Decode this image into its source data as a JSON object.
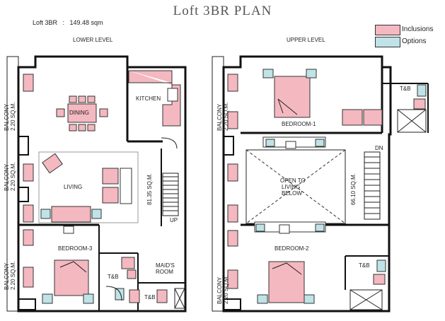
{
  "title": "Loft 3BR PLAN",
  "subtitle": "Loft 3BR   :   149.48 sqm",
  "legend": {
    "inclusions_label": "Inclusions",
    "options_label": "Options",
    "inclusions_color": "#f4b8c0",
    "options_color": "#bfe3e6"
  },
  "lower": {
    "heading": "LOWER LEVEL",
    "rooms": {
      "dining": "DINING",
      "kitchen": "KITCHEN",
      "living": "LIVING",
      "bedroom": "BEDROOM-3",
      "maids_line1": "MAID'S",
      "maids_line2": "ROOM",
      "tb1": "T&B",
      "tb2": "T&B",
      "up": "UP"
    },
    "balconies": [
      {
        "label": "BALCONY",
        "size": "2.20 SQ.M."
      },
      {
        "label": "BALCONY",
        "size": "2.20 SQ.M."
      },
      {
        "label": "BALCONY",
        "size": "2.20 SQ.M."
      }
    ],
    "area": "81.35 SQ.M."
  },
  "upper": {
    "heading": "UPPER LEVEL",
    "rooms": {
      "bedroom1": "BEDROOM-1",
      "bedroom2": "BEDROOM-2",
      "open1": "OPEN TO",
      "open2": "LIVING",
      "open3": "BELOW",
      "tb1": "T&B",
      "tb2": "T&B",
      "dn": "DN"
    },
    "balconies": [
      {
        "label": "BALCONY",
        "size": "2.20 SQ.M."
      },
      {
        "label": "BALCONY",
        "size": "2.20 SQ.M."
      }
    ],
    "area": "66.10 SQ.M."
  }
}
